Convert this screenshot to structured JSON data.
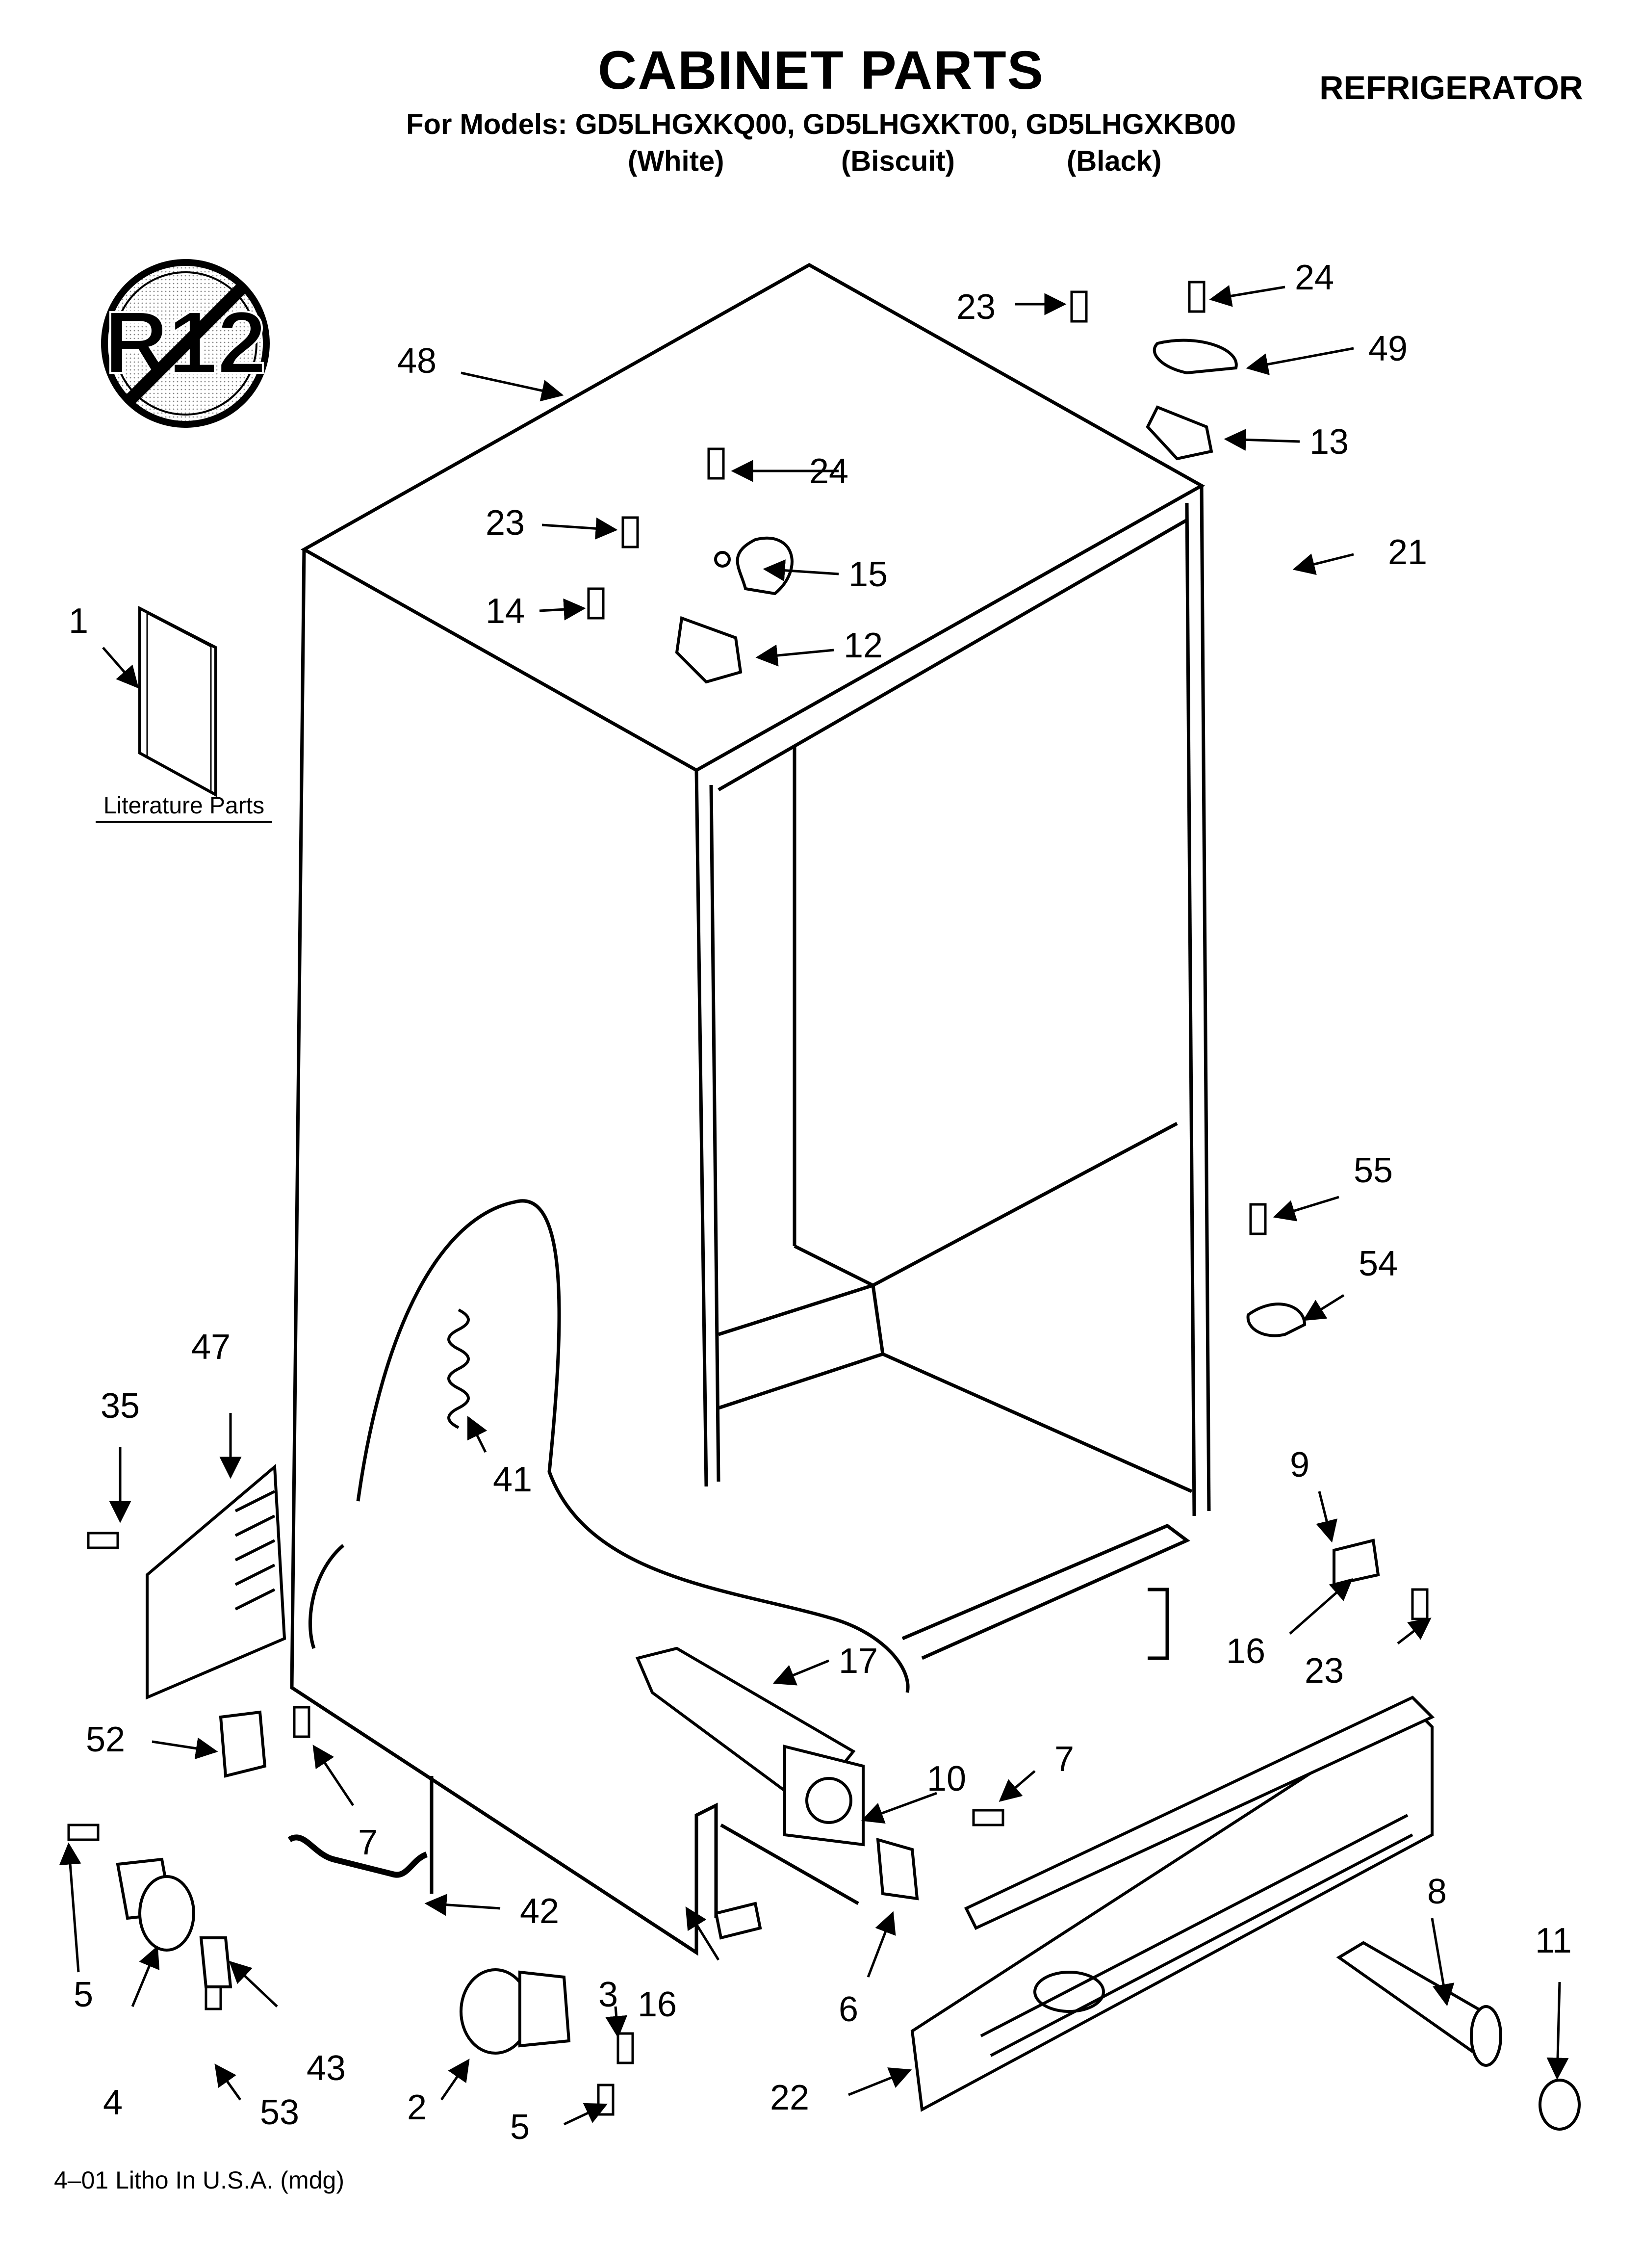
{
  "header": {
    "title": "CABINET PARTS",
    "category": "REFRIGERATOR",
    "models_line": "For Models: GD5LHGXKQ00, GD5LHGXKT00, GD5LHGXKB00",
    "variants": [
      "(White)",
      "(Biscuit)",
      "(Black)"
    ]
  },
  "literature_label": "Literature Parts",
  "footer": "4–01 Litho In U.S.A. (mdg)",
  "logo_text": "R12",
  "callouts": {
    "c1": "1",
    "c2": "2",
    "c3": "3",
    "c4": "4",
    "c5a": "5",
    "c5b": "5",
    "c6": "6",
    "c7a": "7",
    "c7b": "7",
    "c8": "8",
    "c9": "9",
    "c10": "10",
    "c11": "11",
    "c12": "12",
    "c13": "13",
    "c14": "14",
    "c15": "15",
    "c16a": "16",
    "c16b": "16",
    "c17": "17",
    "c21": "21",
    "c22": "22",
    "c23a": "23",
    "c23b": "23",
    "c23c": "23",
    "c24a": "24",
    "c24b": "24",
    "c35": "35",
    "c41": "41",
    "c42": "42",
    "c43": "43",
    "c47": "47",
    "c48": "48",
    "c49": "49",
    "c52": "52",
    "c53": "53",
    "c54": "54",
    "c55": "55"
  }
}
